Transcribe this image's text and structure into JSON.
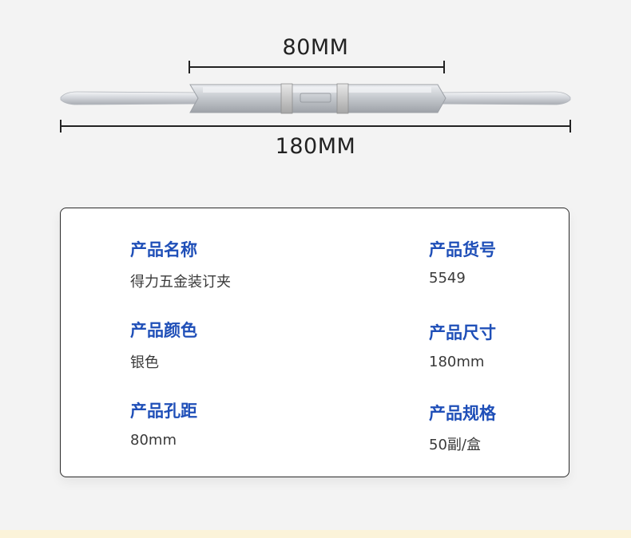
{
  "dimensions": {
    "inner_length": "80MM",
    "total_length": "180MM"
  },
  "specs": [
    {
      "label": "产品名称",
      "value": "得力五金装订夹"
    },
    {
      "label": "产品货号",
      "value": "5549"
    },
    {
      "label": "产品颜色",
      "value": "银色"
    },
    {
      "label": "产品尺寸",
      "value": "180mm"
    },
    {
      "label": "产品孔距",
      "value": "80mm"
    },
    {
      "label": "产品规格",
      "value": "50副/盒"
    }
  ],
  "colors": {
    "label_blue": "#1f4fb8",
    "value_gray": "#3a3a3a",
    "background": "#f3f3f3",
    "card_border": "#2b2b2b"
  }
}
